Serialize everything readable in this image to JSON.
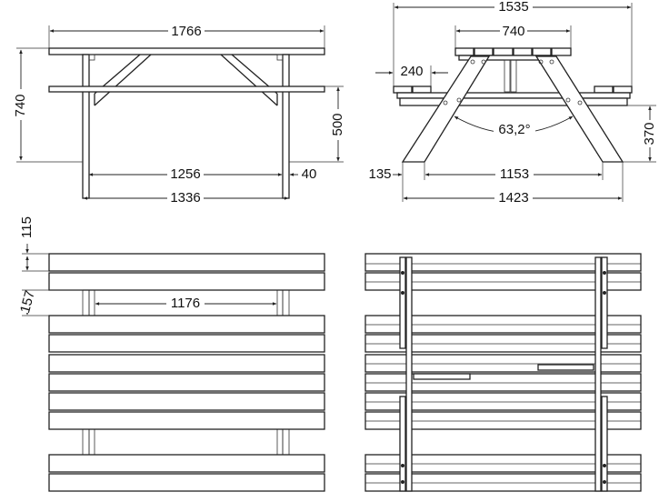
{
  "title": "Picnic table technical drawing",
  "front_view": {
    "overall_length": "1766",
    "table_height": "740",
    "seat_height": "500",
    "inner_leg_span": "1256",
    "leg_thickness": "40",
    "outer_leg_span": "1336"
  },
  "side_view": {
    "overall_width": "1535",
    "tabletop_width": "740",
    "seat_width": "240",
    "leg_angle": "63,2°",
    "seat_beam_height": "370",
    "foot_width": "135",
    "inner_foot_span": "1153",
    "outer_foot_span": "1423"
  },
  "top_view": {
    "board_width": "115",
    "gap_width": "157",
    "inner_frame_span": "1176"
  }
}
